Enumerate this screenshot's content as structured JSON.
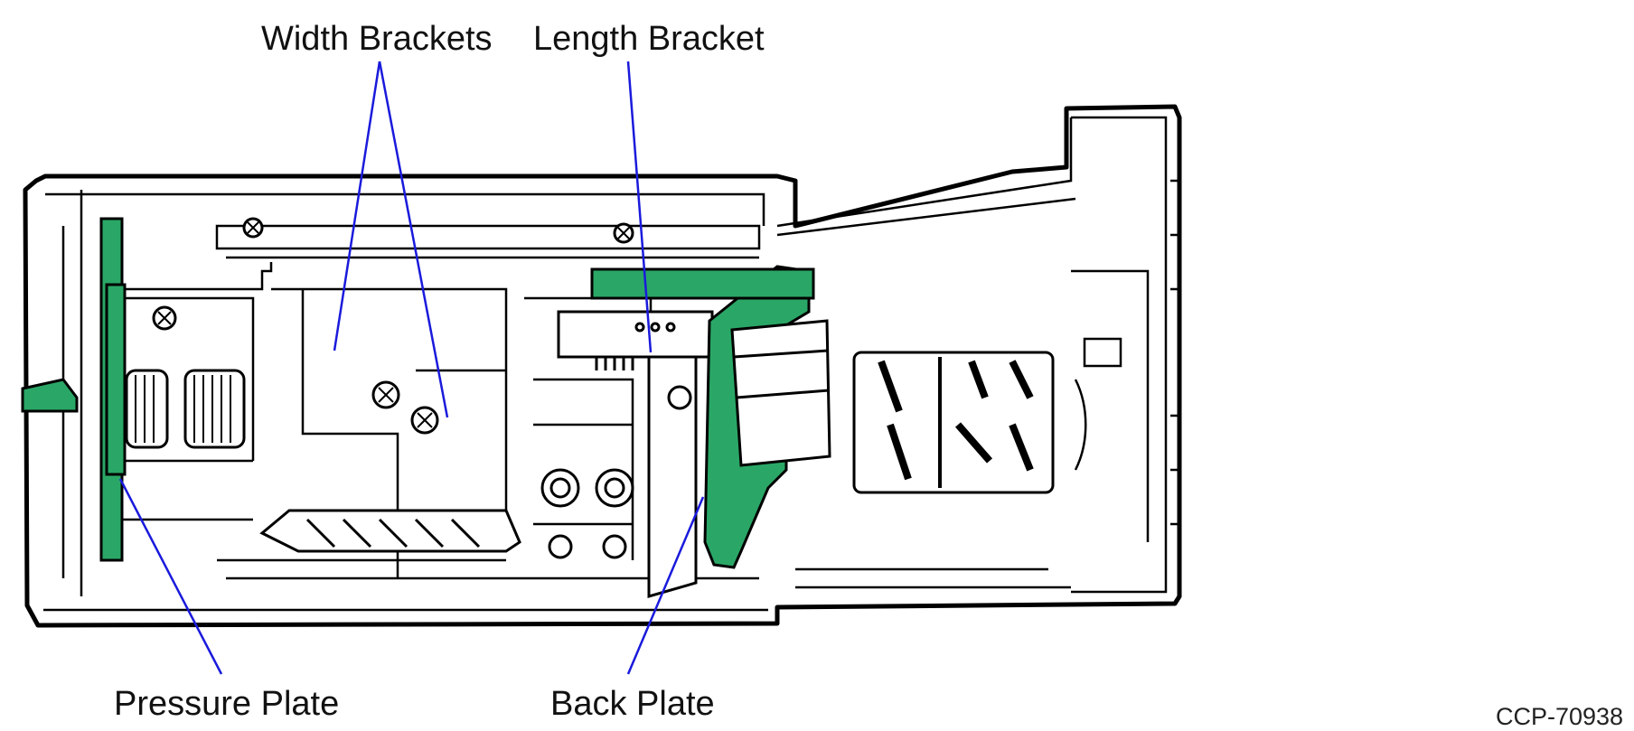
{
  "labels": {
    "width_brackets": "Width Brackets",
    "length_bracket": "Length Bracket",
    "pressure_plate": "Pressure Plate",
    "back_plate": "Back Plate"
  },
  "figure_code": "CCP-70938",
  "colors": {
    "leader_line": "#1a1adc",
    "green_part": "#2aa766",
    "outline": "#000000"
  }
}
